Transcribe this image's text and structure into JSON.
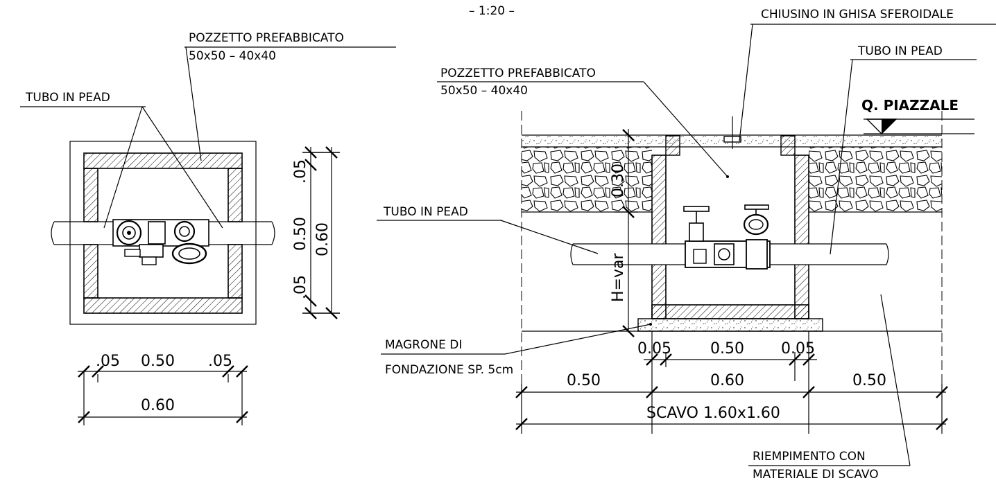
{
  "scale": "– 1:20 –",
  "plan": {
    "pozzetto_title": "POZZETTO  PREFABBICATO",
    "pozzetto_size": "50x50  –  40x40",
    "tubo": "TUBO  IN  PEAD",
    "dim_v_top": ".05",
    "dim_v_mid": "0.50",
    "dim_v_bot": ".05",
    "dim_v_total": "0.60",
    "dim_h_left": ".05",
    "dim_h_mid": "0.50",
    "dim_h_right": ".05",
    "dim_h_total": "0.60"
  },
  "section": {
    "chiusino": "CHIUSINO  IN  GHISA  SFEROIDALE",
    "tubo_top": "TUBO  IN  PEAD",
    "q_piazzale": "Q.  PIAZZALE",
    "pozzetto_title": "POZZETTO  PREFABBICATO",
    "pozzetto_size": "50x50  –  40x40",
    "tubo_left": "TUBO  IN  PEAD",
    "depth_label": "0.30",
    "h_var": "H=var",
    "magrone_1": "MAGRONE  DI",
    "magrone_2": "FONDAZIONE  SP.  5cm",
    "dim_a1": "0.05",
    "dim_a2": "0.50",
    "dim_a3": "0.05",
    "dim_b1": "0.50",
    "dim_b2": "0.60",
    "dim_b3": "0.50",
    "scavo": "SCAVO  1.60x1.60",
    "riempimento_1": "RIEMPIMENTO  CON",
    "riempimento_2": "MATERIALE  DI  SCAVO"
  }
}
